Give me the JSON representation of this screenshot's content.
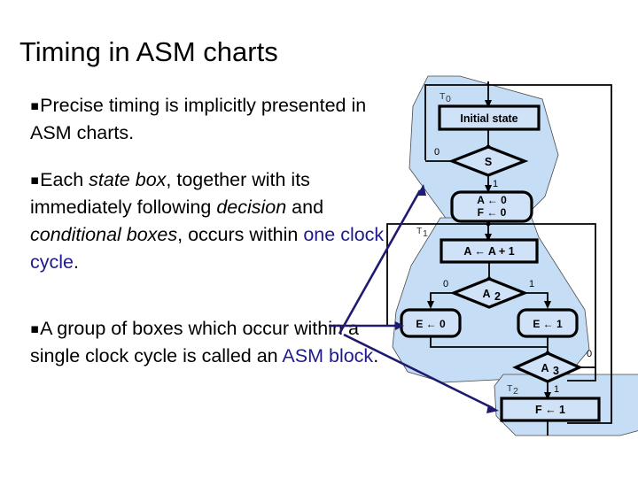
{
  "slide": {
    "title": "Timing in ASM charts",
    "bullets": [
      {
        "marker": "▪",
        "segments": [
          {
            "text": "Precise timing is implicitly presented in ASM charts.",
            "style": "normal"
          }
        ]
      },
      {
        "marker": "▪",
        "segments": [
          {
            "text": "Each ",
            "style": "normal"
          },
          {
            "text": "state box",
            "style": "italic"
          },
          {
            "text": ", together with its immediately following ",
            "style": "normal"
          },
          {
            "text": "decision",
            "style": "italic"
          },
          {
            "text": " and ",
            "style": "normal"
          },
          {
            "text": "conditional boxes",
            "style": "italic"
          },
          {
            "text": ", occurs within ",
            "style": "normal"
          },
          {
            "text": "one clock cycle",
            "style": "blue"
          },
          {
            "text": ".",
            "style": "normal"
          }
        ]
      },
      {
        "marker": "▪",
        "segments": [
          {
            "text": "A group of boxes which occur within a single clock cycle is called an ",
            "style": "normal"
          },
          {
            "text": "ASM block",
            "style": "blue"
          },
          {
            "text": ".",
            "style": "normal"
          }
        ]
      }
    ]
  },
  "colors": {
    "asm_block_fill": "#c5ddf5",
    "box_fill": "#cfe2f7",
    "highlight_text": "#1f1a8c",
    "arrow": "#1f1a6e",
    "wire": "#000000"
  },
  "chart_data": {
    "type": "diagram",
    "title": "ASM chart with three ASM blocks",
    "blocks": [
      {
        "name": "T0",
        "label": "T",
        "sub": "0"
      },
      {
        "name": "T1",
        "label": "T",
        "sub": "1"
      },
      {
        "name": "T2",
        "label": "T",
        "sub": "2"
      }
    ],
    "state_boxes": [
      {
        "id": "initial-state",
        "text": "Initial state"
      },
      {
        "id": "a-inc",
        "text": "A ← A + 1"
      },
      {
        "id": "f-set",
        "text": "F ← 1"
      }
    ],
    "decision_boxes": [
      {
        "id": "s",
        "label": "S",
        "sub": "",
        "branch_0": "0",
        "branch_1": "1"
      },
      {
        "id": "a2",
        "label": "A",
        "sub": "2",
        "branch_0": "0",
        "branch_1": "1"
      },
      {
        "id": "a3",
        "label": "A",
        "sub": "3",
        "branch_0": "0",
        "branch_1": "1"
      }
    ],
    "conditional_boxes": [
      {
        "id": "af-clear",
        "line1": "A ←  0",
        "line2": "F ←  0"
      },
      {
        "id": "e-clear",
        "text": "E ←  0"
      },
      {
        "id": "e-set",
        "text": "E ←  1"
      }
    ],
    "annotations": {
      "t0": "T",
      "t0_sub": "0",
      "t1": "T",
      "t1_sub": "1",
      "t2": "T",
      "t2_sub": "2",
      "zero": "0",
      "one": "1"
    }
  }
}
